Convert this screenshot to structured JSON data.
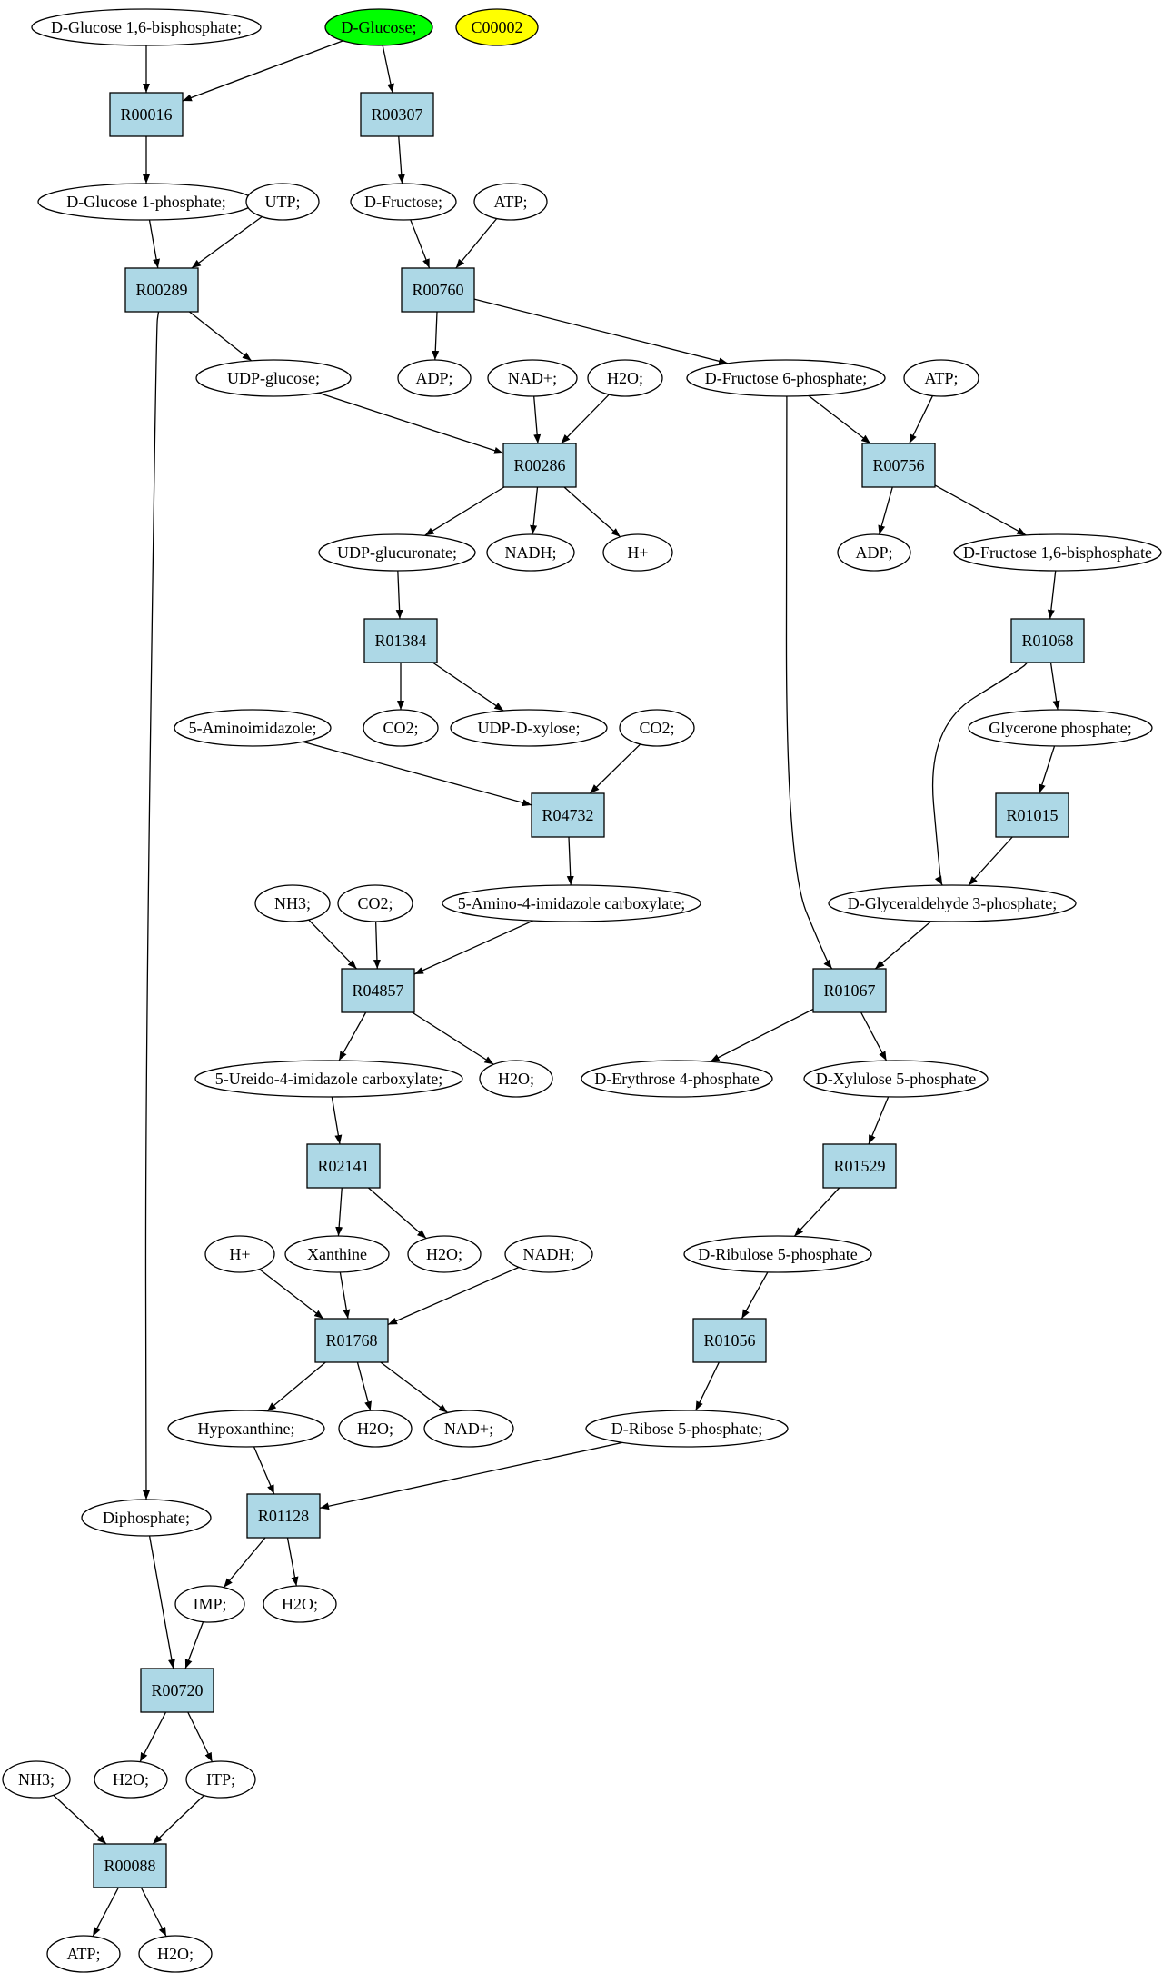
{
  "colors": {
    "compound_fill": "#ffffff",
    "reaction_fill": "#add8e6",
    "start_compound_fill": "#00ff00",
    "query_compound_fill": "#ffff00",
    "edge": "#000000"
  },
  "compounds": {
    "glc16bp": "D-Glucose 1,6-bisphosphate;",
    "glc": "D-Glucose;",
    "c00002": "C00002",
    "glc1p": "D-Glucose 1-phosphate;",
    "utp1": "UTP;",
    "fru": "D-Fructose;",
    "atp1": "ATP;",
    "udpglc": "UDP-glucose;",
    "adp1": "ADP;",
    "nad1": "NAD+;",
    "h2o1": "H2O;",
    "fru6p": "D-Fructose 6-phosphate;",
    "atp2": "ATP;",
    "udpglcA": "UDP-glucuronate;",
    "nadh1": "NADH;",
    "hplus1": "H+",
    "adp2": "ADP;",
    "fru16bp": "D-Fructose 1,6-bisphosphate",
    "co2_1": "CO2;",
    "udpxyl": "UDP-D-xylose;",
    "aminoimid": "5-Aminoimidazole;",
    "co2_2": "CO2;",
    "dhap": "Glycerone phosphate;",
    "nh3_1": "NH3;",
    "co2_3": "CO2;",
    "aica": "5-Amino-4-imidazole carboxylate;",
    "gap": "D-Glyceraldehyde 3-phosphate;",
    "ureido": "5-Ureido-4-imidazole carboxylate;",
    "h2o2": "H2O;",
    "e4p": "D-Erythrose 4-phosphate",
    "xu5p": "D-Xylulose 5-phosphate",
    "hplus2": "H+",
    "xan": "Xanthine",
    "h2o3": "H2O;",
    "nadh2": "NADH;",
    "ru5p": "D-Ribulose 5-phosphate",
    "hyp": "Hypoxanthine;",
    "h2o4": "H2O;",
    "nad2": "NAD+;",
    "r5p": "D-Ribose 5-phosphate;",
    "ppi": "Diphosphate;",
    "imp": "IMP;",
    "h2o5": "H2O;",
    "nh3_2": "NH3;",
    "h2o6": "H2O;",
    "itp": "ITP;",
    "atp3": "ATP;",
    "h2o7": "H2O;"
  },
  "reactions": {
    "r00016": "R00016",
    "r00307": "R00307",
    "r00289": "R00289",
    "r00760": "R00760",
    "r00286": "R00286",
    "r00756": "R00756",
    "r01384": "R01384",
    "r01068": "R01068",
    "r04732": "R04732",
    "r01015": "R01015",
    "r04857": "R04857",
    "r01067": "R01067",
    "r02141": "R02141",
    "r01529": "R01529",
    "r01768": "R01768",
    "r01056": "R01056",
    "r01128": "R01128",
    "r00720": "R00720",
    "r00088": "R00088"
  },
  "edges": [
    [
      "glc16bp",
      "r00016"
    ],
    [
      "glc",
      "r00016"
    ],
    [
      "glc",
      "r00307"
    ],
    [
      "r00016",
      "glc1p"
    ],
    [
      "glc1p",
      "r00289"
    ],
    [
      "utp1",
      "r00289"
    ],
    [
      "r00307",
      "fru"
    ],
    [
      "fru",
      "r00760"
    ],
    [
      "atp1",
      "r00760"
    ],
    [
      "r00289",
      "udpglc"
    ],
    [
      "r00289",
      "ppi"
    ],
    [
      "r00760",
      "adp1"
    ],
    [
      "r00760",
      "fru6p"
    ],
    [
      "udpglc",
      "r00286"
    ],
    [
      "nad1",
      "r00286"
    ],
    [
      "h2o1",
      "r00286"
    ],
    [
      "fru6p",
      "r00756"
    ],
    [
      "atp2",
      "r00756"
    ],
    [
      "fru6p",
      "r01067"
    ],
    [
      "r00286",
      "udpglcA"
    ],
    [
      "r00286",
      "nadh1"
    ],
    [
      "r00286",
      "hplus1"
    ],
    [
      "r00756",
      "adp2"
    ],
    [
      "r00756",
      "fru16bp"
    ],
    [
      "udpglcA",
      "r01384"
    ],
    [
      "fru16bp",
      "r01068"
    ],
    [
      "r01384",
      "co2_1"
    ],
    [
      "r01384",
      "udpxyl"
    ],
    [
      "r01068",
      "dhap"
    ],
    [
      "r01068",
      "gap"
    ],
    [
      "aminoimid",
      "r04732"
    ],
    [
      "co2_2",
      "r04732"
    ],
    [
      "dhap",
      "r01015"
    ],
    [
      "r01015",
      "gap"
    ],
    [
      "r04732",
      "aica"
    ],
    [
      "nh3_1",
      "r04857"
    ],
    [
      "co2_3",
      "r04857"
    ],
    [
      "aica",
      "r04857"
    ],
    [
      "gap",
      "r01067"
    ],
    [
      "r04857",
      "ureido"
    ],
    [
      "r04857",
      "h2o2"
    ],
    [
      "r01067",
      "e4p"
    ],
    [
      "r01067",
      "xu5p"
    ],
    [
      "ureido",
      "r02141"
    ],
    [
      "xu5p",
      "r01529"
    ],
    [
      "r02141",
      "xan"
    ],
    [
      "r02141",
      "h2o3"
    ],
    [
      "r01529",
      "ru5p"
    ],
    [
      "hplus2",
      "r01768"
    ],
    [
      "xan",
      "r01768"
    ],
    [
      "nadh2",
      "r01768"
    ],
    [
      "ru5p",
      "r01056"
    ],
    [
      "r01768",
      "hyp"
    ],
    [
      "r01768",
      "h2o4"
    ],
    [
      "r01768",
      "nad2"
    ],
    [
      "r01056",
      "r5p"
    ],
    [
      "hyp",
      "r01128"
    ],
    [
      "r5p",
      "r01128"
    ],
    [
      "r01128",
      "imp"
    ],
    [
      "r01128",
      "h2o5"
    ],
    [
      "ppi",
      "r00720"
    ],
    [
      "imp",
      "r00720"
    ],
    [
      "r00720",
      "h2o6"
    ],
    [
      "r00720",
      "itp"
    ],
    [
      "nh3_2",
      "r00088"
    ],
    [
      "itp",
      "r00088"
    ],
    [
      "r00088",
      "atp3"
    ],
    [
      "r00088",
      "h2o7"
    ]
  ]
}
